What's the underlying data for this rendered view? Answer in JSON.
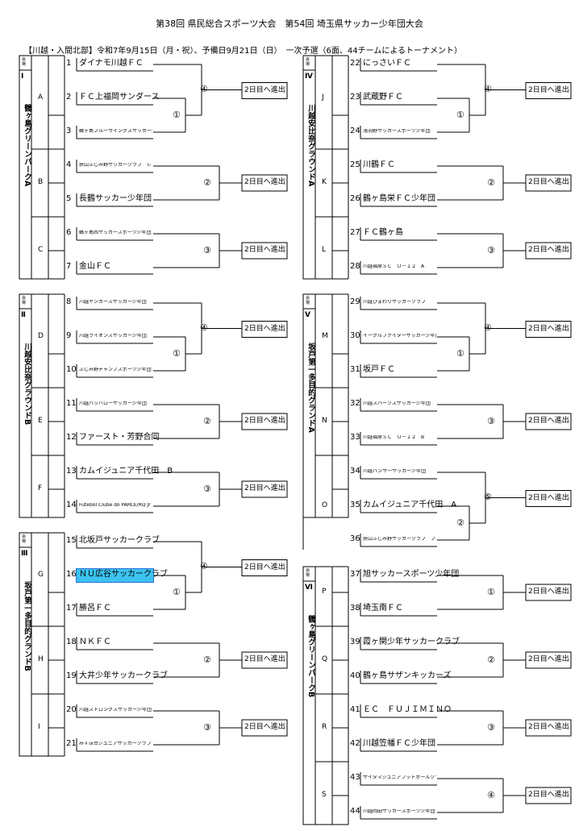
{
  "title": "第38回 県民総合スポーツ大会　第54回 埼玉県サッカー少年団大会",
  "subtitle": "【川越・入間北部】令和7年9月15日（月・祝）、予備日9月21日（日）　一次予選（6面、44チームによるトーナメント）",
  "advance_label": "2日目へ進出",
  "venue_header": "会場",
  "highlight_color": "#3cc3ef",
  "venues": [
    {
      "roman": "Ⅰ",
      "name": "鶴ヶ島グリーンパークA",
      "groups": [
        {
          "letter": "A",
          "teams": [
            {
              "no": "1",
              "name": "ダイナモ川越ＦＣ"
            },
            {
              "no": "2",
              "name": "ＦＣ上福岡サンダース"
            },
            {
              "no": "3",
              "name": "鶴ヶ島ブルーウイングスサッカー少年団"
            }
          ]
        },
        {
          "letter": "B",
          "teams": [
            {
              "no": "4",
              "name": "狭山ふじみ野サッカークラブ　レッド"
            },
            {
              "no": "5",
              "name": "長鶴サッカー少年団"
            }
          ]
        },
        {
          "letter": "C",
          "teams": [
            {
              "no": "6",
              "name": "鶴ヶ島西サッカースポーツ少年団"
            },
            {
              "no": "7",
              "name": "金山ＦＣ"
            }
          ]
        }
      ]
    },
    {
      "roman": "Ⅱ",
      "name": "川越安比奈グラウンドB",
      "groups": [
        {
          "letter": "D",
          "teams": [
            {
              "no": "8",
              "name": "川越ヤンガースサッカー少年団"
            },
            {
              "no": "9",
              "name": "川越ライオンズサッカー少年団"
            },
            {
              "no": "10",
              "name": "ふじみ野チャンプスポーツ少年団"
            }
          ]
        },
        {
          "letter": "E",
          "teams": [
            {
              "no": "11",
              "name": "川越バッハローサッカー少年団"
            },
            {
              "no": "12",
              "name": "ファースト・芳野合同"
            }
          ]
        },
        {
          "letter": "F",
          "teams": [
            {
              "no": "13",
              "name": "カムイジュニア千代田　B"
            },
            {
              "no": "14",
              "name": "Futebol Clube do PARCE/RQ Jr"
            }
          ]
        }
      ]
    },
    {
      "roman": "Ⅲ",
      "name": "坂戸第一多目的グランドB",
      "groups": [
        {
          "letter": "G",
          "teams": [
            {
              "no": "15",
              "name": "北坂戸サッカークラブ"
            },
            {
              "no": "16",
              "name": "ＮＵ広谷サッカークラブ"
            },
            {
              "no": "17",
              "name": "勝呂ＦＣ"
            }
          ]
        },
        {
          "letter": "H",
          "teams": [
            {
              "no": "18",
              "name": "ＮＫＦＣ"
            },
            {
              "no": "19",
              "name": "大井少年サッカークラブ"
            }
          ]
        },
        {
          "letter": "I",
          "teams": [
            {
              "no": "20",
              "name": "川越ストロングスサッカー少年団"
            },
            {
              "no": "21",
              "name": "みずほ台ジュニアサッカークラブ"
            }
          ]
        }
      ]
    },
    {
      "roman": "Ⅳ",
      "name": "川越安比奈グラウンドA",
      "groups": [
        {
          "letter": "J",
          "teams": [
            {
              "no": "22",
              "name": "にっさいＦＣ"
            },
            {
              "no": "23",
              "name": "武蔵野ＦＣ"
            },
            {
              "no": "24",
              "name": "浅羽野サッカースポーツ少年団"
            }
          ]
        },
        {
          "letter": "K",
          "teams": [
            {
              "no": "25",
              "name": "川鶴ＦＣ"
            },
            {
              "no": "26",
              "name": "鶴ヶ島栄ＦＣ少年団"
            }
          ]
        },
        {
          "letter": "L",
          "teams": [
            {
              "no": "27",
              "name": "ＦＣ鶴ヶ島"
            },
            {
              "no": "28",
              "name": "川越福原ＳＣ　Ｕ－１２　A"
            }
          ]
        }
      ]
    },
    {
      "roman": "Ⅴ",
      "name": "坂戸第一多目的グランドA",
      "groups": [
        {
          "letter": "M",
          "teams": [
            {
              "no": "29",
              "name": "川越ひまわりサッカークラブ"
            },
            {
              "no": "30",
              "name": "イーグルファイターサッカー少年団"
            },
            {
              "no": "31",
              "name": "坂戸ＦＣ"
            }
          ]
        },
        {
          "letter": "N",
          "teams": [
            {
              "no": "32",
              "name": "川越スパークスサッカー少年団"
            },
            {
              "no": "33",
              "name": "川越福原ＳＣ　Ｕ－１２　B"
            }
          ]
        },
        {
          "letter": "O",
          "teams": [
            {
              "no": "34",
              "name": "川越パンサーサッカー少年団"
            },
            {
              "no": "35",
              "name": "カムイジュニア千代田　A"
            },
            {
              "no": "36",
              "name": "狭山ふじみ野サッカークラブ　ブルー"
            }
          ]
        }
      ]
    },
    {
      "roman": "Ⅵ",
      "name": "鶴ヶ島グリーンパークB",
      "groups": [
        {
          "letter": "P",
          "teams": [
            {
              "no": "37",
              "name": "旭サッカースポーツ少年団"
            },
            {
              "no": "38",
              "name": "埼玉南ＦＣ"
            }
          ]
        },
        {
          "letter": "Q",
          "teams": [
            {
              "no": "39",
              "name": "霞ヶ関少年サッカークラブ"
            },
            {
              "no": "40",
              "name": "鶴ヶ島サザンキッカーズ"
            }
          ]
        },
        {
          "letter": "R",
          "teams": [
            {
              "no": "41",
              "name": "ＥＣ　ＦＵＪＩＭＩＮＯ"
            },
            {
              "no": "42",
              "name": "川越笠幡ＦＣ少年団"
            }
          ]
        },
        {
          "letter": "S",
          "teams": [
            {
              "no": "43",
              "name": "サイタマジュニアフットボールクラブ"
            },
            {
              "no": "44",
              "name": "川越岡田サッカースポーツ少年団"
            }
          ]
        }
      ]
    }
  ]
}
